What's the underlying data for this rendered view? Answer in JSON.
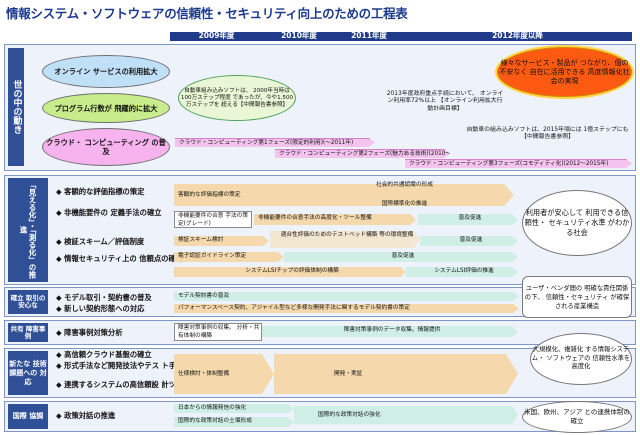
{
  "title": "情報システム・ソフトウェアの信頼性・セキュリティ向上のための工程表",
  "years": [
    "2009年度",
    "2010年度",
    "2011年度",
    "2012年度以降"
  ],
  "sections": [
    {
      "label": "世の中の動き"
    },
    {
      "label": "「見える化」・「測る化」の推進"
    },
    {
      "label": "確立 取引の 安心な"
    },
    {
      "label": "共有 障害事例"
    },
    {
      "label": "新たな 技術課題への 対応"
    },
    {
      "label": "国際 協調"
    }
  ],
  "trends": {
    "ovals": [
      "オンライン サービスの利用拡大",
      "プログラム行数が 飛躍的に拡大",
      "クラウド・ コンピューティング の普及"
    ],
    "bubble_car": "自動車組み込みソフトは、 2000年当時は100万ステップ程度 であったが、今や1,500万ステップを 超える【中間報告書参照】",
    "note_online": "2013年度政府重点手続において、 オンライン利用率72%以上 【オンライン利用拡大行動計画目標】",
    "note_car2": "自動車の組み込みソフトは、2015年頃には 1億ステップにも【中間報告書参照】",
    "vision": "様々なサービス・製品が つながり、個の不安なく 自在に活用できる 高度情報化社会の実現",
    "cloud_bars": [
      "クラウド・コンピューティング第1フェーズ(限定的利用)(〜2011年)",
      "クラウド・コンピューティング第2フェーズ(魅力ある技術)(2010〜2013年)",
      "クラウド・コンピューティング第3フェーズ(コモディティ化)(2012〜2015年)"
    ]
  },
  "mieruka": {
    "items": [
      "◆ 客観的な評価指標の策定",
      "◆ 非機能要件の 定義手法の確立",
      "◆ 検証スキーム／評価制度",
      "◆ 情報セキュリティ上の 信頼点の確保"
    ],
    "bars": {
      "objective": "客観的な評価指標の策定",
      "social_consensus": "社会的共通認識の形成",
      "intl_std": "国際標準化の推進",
      "nfr_grade": "非機能要件の合意 手法の策定(グレード)",
      "nfr_wide": "非機能要件の合意手法の高度化・ツール整備",
      "popularize": "普及促進",
      "verify_review": "検証スキーム検討",
      "testbed": "適合性評価のためのテストベッド構築 等の環境整備",
      "promote2": "普及促進",
      "e_sign": "電子認証ガイドライン策定",
      "spread": "普及促進",
      "lsi_build": "システムLSIチップの評価体制の構築",
      "lsi_eval": "システムLSI評価の推進"
    },
    "cloud_goal": "利用者が安心して 利用できる信頼性・ セキュリティ水準 がわかる社会"
  },
  "trade": {
    "items": [
      "◆ モデル取引・契約書の普及",
      "◆ 新しい契約形態への対応"
    ],
    "bars": [
      "モデル契約書の普及",
      "パフォーマンスベース契約、アジャイル型など多様な開発手法に関するモデル契約書の策定"
    ],
    "goal": "ユーザ・ベンダ間の 明確な責任関係の下、 信頼性・セキュリティ が確保される産業構造"
  },
  "incident": {
    "items": [
      "◆ 障害事例対策分析"
    ],
    "bars": [
      "障害対策事例の収集、 分析・共有体制の構築",
      "障害対策事例のデータ収集、情報提供"
    ]
  },
  "newtech": {
    "items": [
      "◆ 高信頼クラウド基盤の確立",
      "◆ 形式手法など開発技法やテス ト手法の開発・実証",
      "◆ 連携するシステムの高信頼設 計ツールの開発"
    ],
    "bars": [
      "仕様検討・体制整備",
      "開発・実証"
    ],
    "goal": "大規模化、複雑化 する情報システム・ ソフトウェアの 信頼性水準を高度化"
  },
  "intl": {
    "items": [
      "◆ 政策対話の推進"
    ],
    "bars": [
      "日本からの情報発信の強化",
      "国際的な政策対話の土壌形成",
      "国際的な政策対話の強化"
    ],
    "goal": "米国、欧州、アジア との連携体制の確立"
  }
}
